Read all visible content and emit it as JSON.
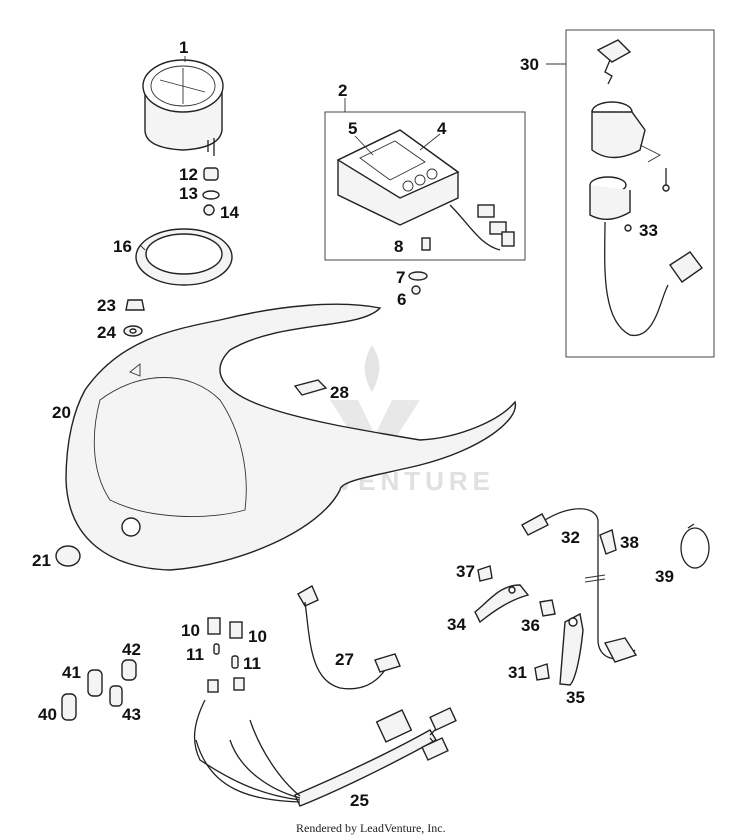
{
  "diagram": {
    "callouts": [
      {
        "id": "c1",
        "text": "1"
      },
      {
        "id": "c2",
        "text": "2"
      },
      {
        "id": "c4",
        "text": "4"
      },
      {
        "id": "c5",
        "text": "5"
      },
      {
        "id": "c6",
        "text": "6"
      },
      {
        "id": "c7",
        "text": "7"
      },
      {
        "id": "c8",
        "text": "8"
      },
      {
        "id": "c10a",
        "text": "10"
      },
      {
        "id": "c10b",
        "text": "10"
      },
      {
        "id": "c11a",
        "text": "11"
      },
      {
        "id": "c11b",
        "text": "11"
      },
      {
        "id": "c12",
        "text": "12"
      },
      {
        "id": "c13",
        "text": "13"
      },
      {
        "id": "c14",
        "text": "14"
      },
      {
        "id": "c16",
        "text": "16"
      },
      {
        "id": "c20",
        "text": "20"
      },
      {
        "id": "c21",
        "text": "21"
      },
      {
        "id": "c23",
        "text": "23"
      },
      {
        "id": "c24",
        "text": "24"
      },
      {
        "id": "c25",
        "text": "25"
      },
      {
        "id": "c27",
        "text": "27"
      },
      {
        "id": "c28",
        "text": "28"
      },
      {
        "id": "c30",
        "text": "30"
      },
      {
        "id": "c31",
        "text": "31"
      },
      {
        "id": "c32",
        "text": "32"
      },
      {
        "id": "c33",
        "text": "33"
      },
      {
        "id": "c34",
        "text": "34"
      },
      {
        "id": "c35",
        "text": "35"
      },
      {
        "id": "c36",
        "text": "36"
      },
      {
        "id": "c37",
        "text": "37"
      },
      {
        "id": "c38",
        "text": "38"
      },
      {
        "id": "c39",
        "text": "39"
      },
      {
        "id": "c40",
        "text": "40"
      },
      {
        "id": "c41",
        "text": "41"
      },
      {
        "id": "c42",
        "text": "42"
      },
      {
        "id": "c43",
        "text": "43"
      }
    ],
    "watermark": "LEADVENTURE",
    "footer": "Rendered by LeadVenture, Inc."
  }
}
